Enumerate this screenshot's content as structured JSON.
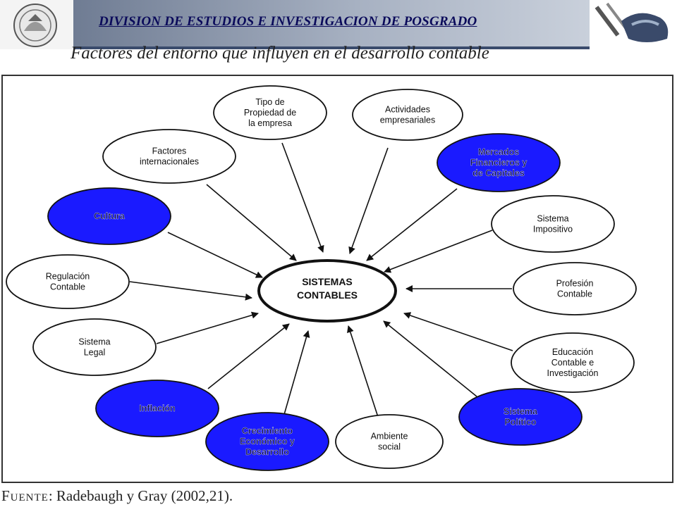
{
  "header": {
    "institution_title": "DIVISION DE ESTUDIOS E INVESTIGACION DE POSGRADO"
  },
  "slide": {
    "title": "Factores del entorno que influyen en el desarrollo contable",
    "source_label": "Fuente",
    "source_text": ": Radebaugh y Gray (2002,21)."
  },
  "diagram": {
    "center": {
      "lines": [
        "SISTEMAS",
        "CONTABLES"
      ]
    },
    "nodes": [
      {
        "id": "tipo-propiedad",
        "lines": [
          "Tipo de",
          "Propiedad de",
          "la empresa"
        ],
        "highlight": false
      },
      {
        "id": "actividades",
        "lines": [
          "Actividades",
          "empresariales"
        ],
        "highlight": false
      },
      {
        "id": "mercados",
        "lines": [
          "Mercados",
          "Financieros y",
          "de Capitales"
        ],
        "highlight": true
      },
      {
        "id": "sistema-impositivo",
        "lines": [
          "Sistema",
          "Impositivo"
        ],
        "highlight": false
      },
      {
        "id": "profesion",
        "lines": [
          "Profesión",
          "Contable"
        ],
        "highlight": false
      },
      {
        "id": "educacion",
        "lines": [
          "Educación",
          "Contable e",
          "Investigación"
        ],
        "highlight": false
      },
      {
        "id": "sistema-politico",
        "lines": [
          "Sistema",
          "Político"
        ],
        "highlight": true
      },
      {
        "id": "ambiente",
        "lines": [
          "Ambiente",
          "social"
        ],
        "highlight": false
      },
      {
        "id": "crecimiento",
        "lines": [
          "Crecimiento",
          "Económico y",
          "Desarrollo"
        ],
        "highlight": true
      },
      {
        "id": "inflacion",
        "lines": [
          "Inflación"
        ],
        "highlight": true
      },
      {
        "id": "sistema-legal",
        "lines": [
          "Sistema",
          "Legal"
        ],
        "highlight": false
      },
      {
        "id": "regulacion",
        "lines": [
          "Regulación",
          "Contable"
        ],
        "highlight": false
      },
      {
        "id": "cultura",
        "lines": [
          "Cultura"
        ],
        "highlight": true
      },
      {
        "id": "factores-int",
        "lines": [
          "Factores",
          "internacionales"
        ],
        "highlight": false
      }
    ],
    "colors": {
      "highlight_fill": "#1a1aff",
      "normal_fill": "#ffffff",
      "stroke": "#111111"
    }
  }
}
